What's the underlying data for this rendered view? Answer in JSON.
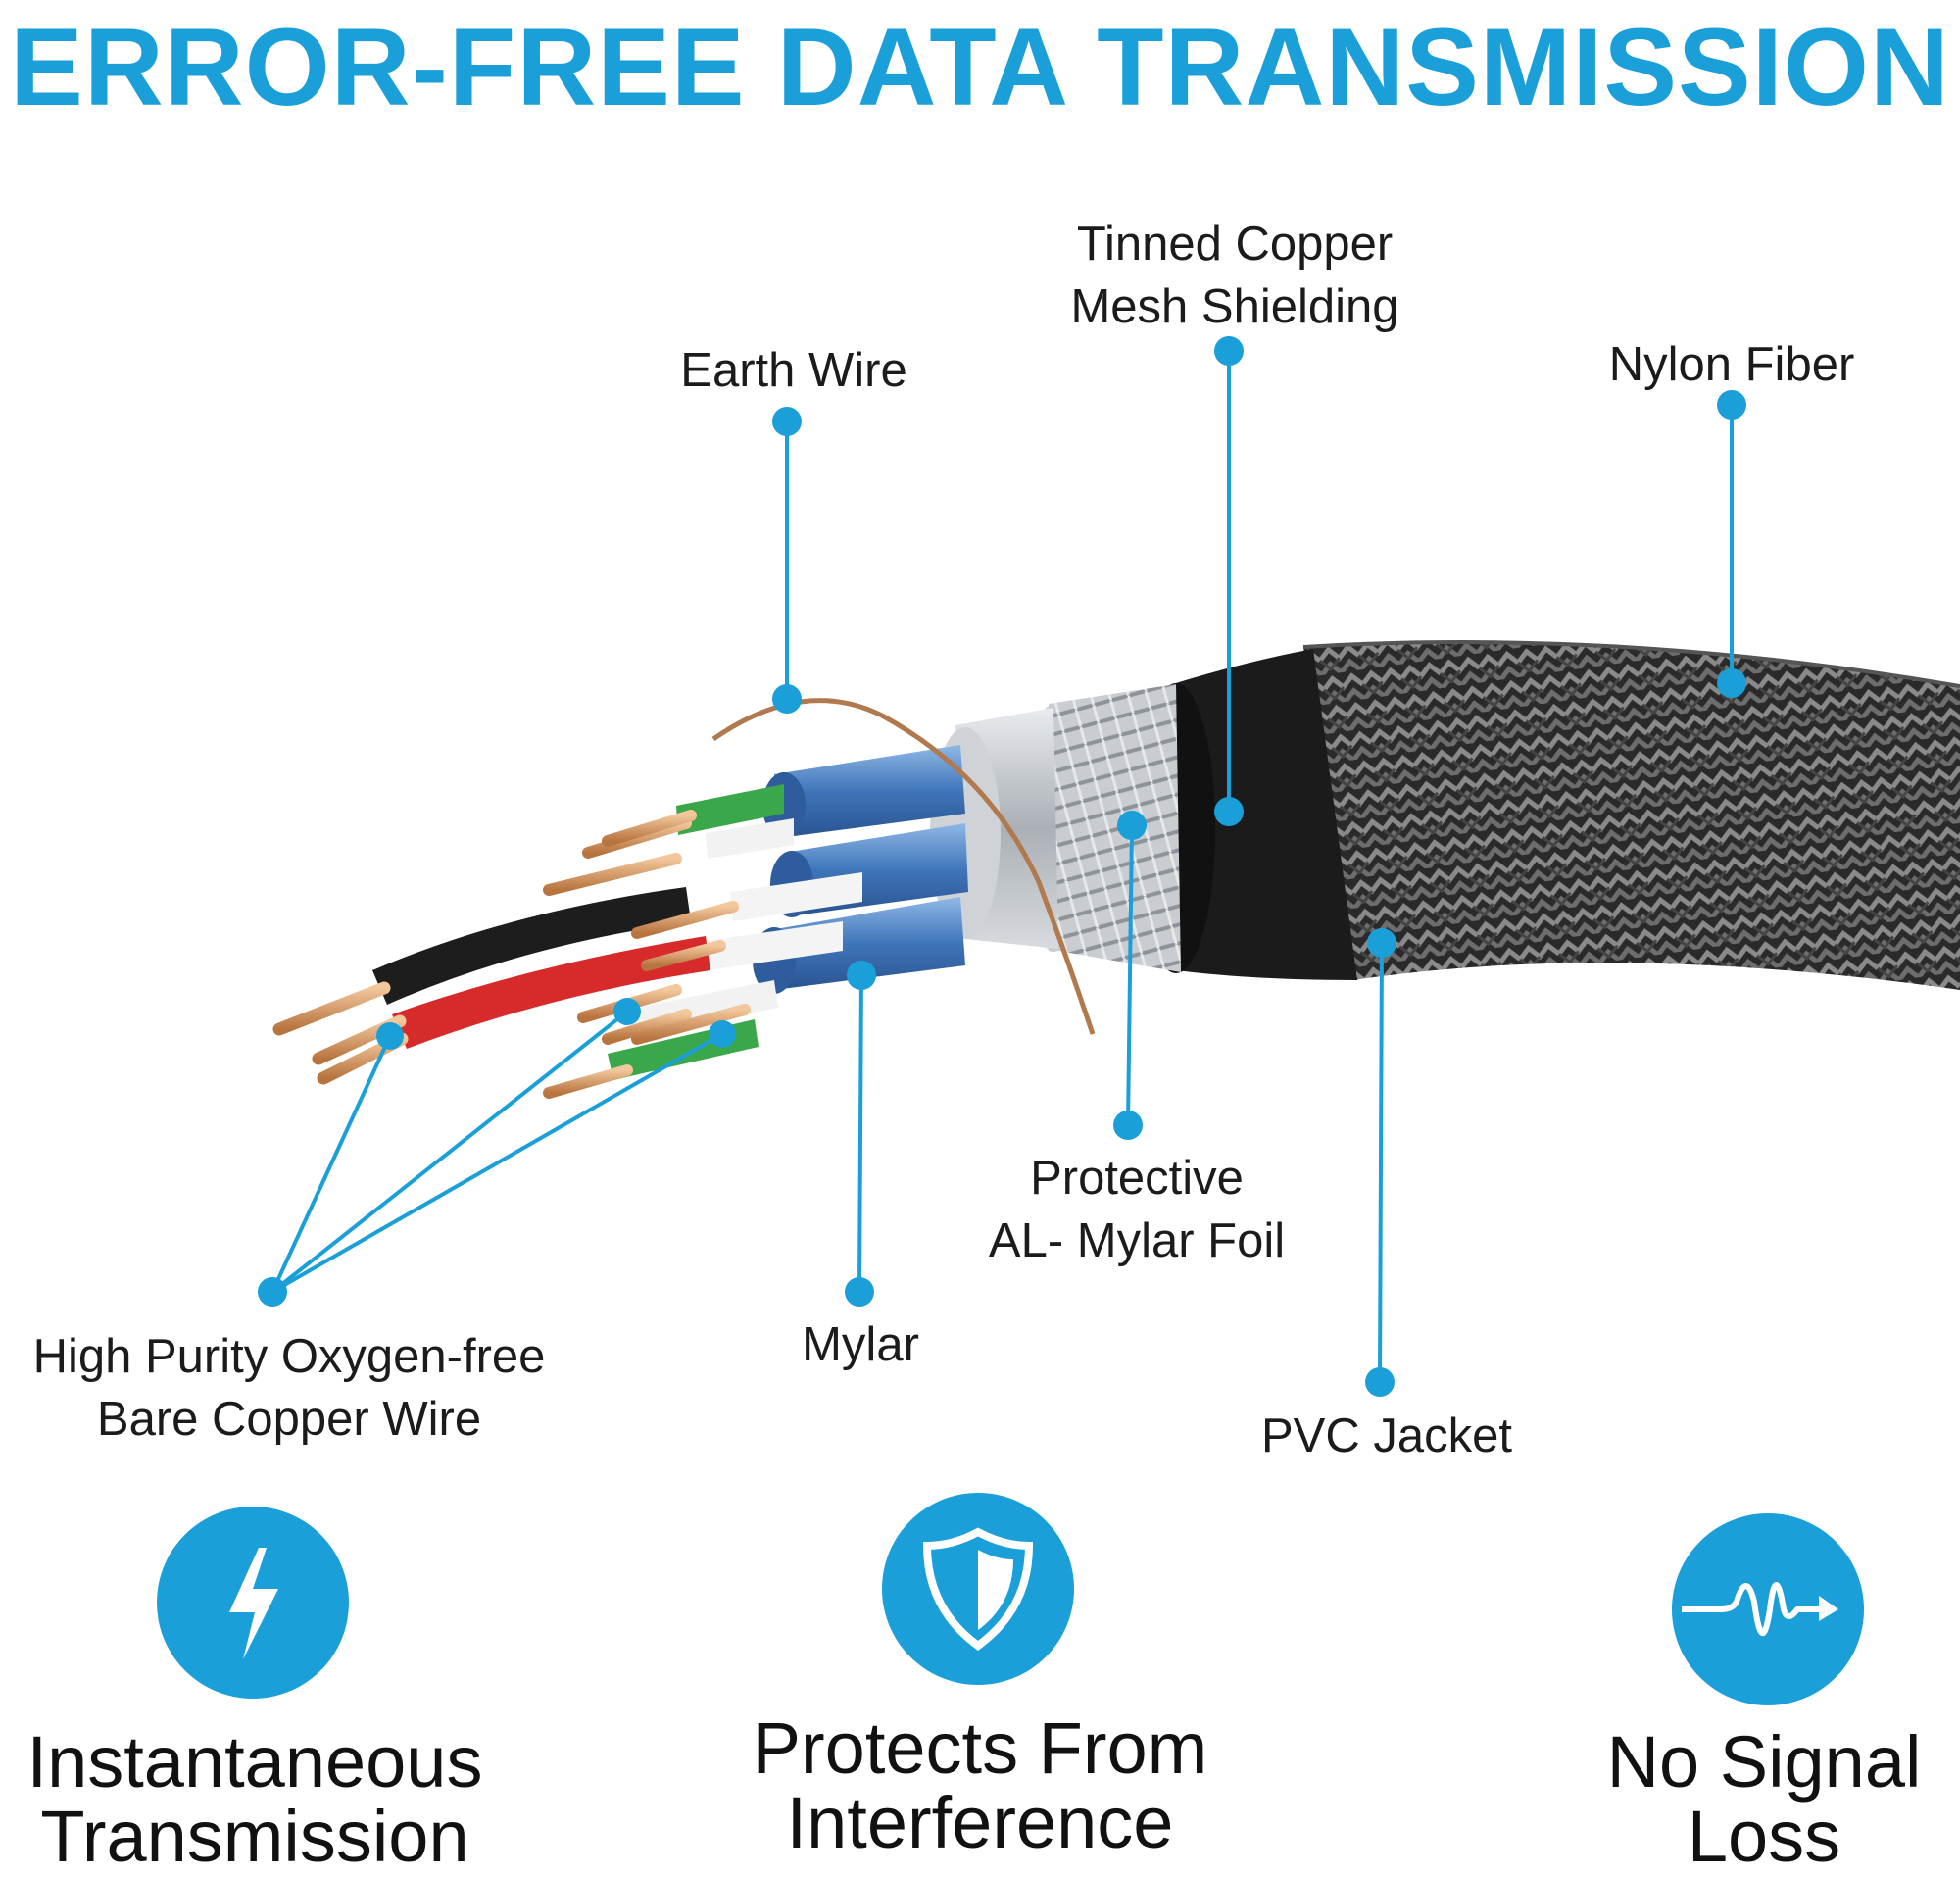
{
  "title": "ERROR-FREE DATA TRANSMISSION",
  "colors": {
    "accent": "#1a9fd9",
    "text": "#1b1b1b",
    "copper": "#d79a62",
    "jacket": "#1c1c1c",
    "foil": "#b9bcc0",
    "mylar_blue": "#4a86c8"
  },
  "callouts": {
    "earth_wire": {
      "line1": "Earth Wire"
    },
    "tinned_copper": {
      "line1": "Tinned Copper",
      "line2": "Mesh Shielding"
    },
    "nylon_fiber": {
      "line1": "Nylon Fiber"
    },
    "protective_foil": {
      "line1": "Protective",
      "line2": "AL- Mylar Foil"
    },
    "mylar": {
      "line1": "Mylar"
    },
    "pvc_jacket": {
      "line1": "PVC Jacket"
    },
    "copper_wire": {
      "line1": "High Purity Oxygen-free",
      "line2": "Bare Copper Wire"
    }
  },
  "features": [
    {
      "icon": "lightning-bolt-icon",
      "line1": "Instantaneous",
      "line2": "Transmission"
    },
    {
      "icon": "shield-icon",
      "line1": "Protects From",
      "line2": "Interference"
    },
    {
      "icon": "signal-wave-icon",
      "line1": "No Signal",
      "line2": "Loss"
    }
  ]
}
